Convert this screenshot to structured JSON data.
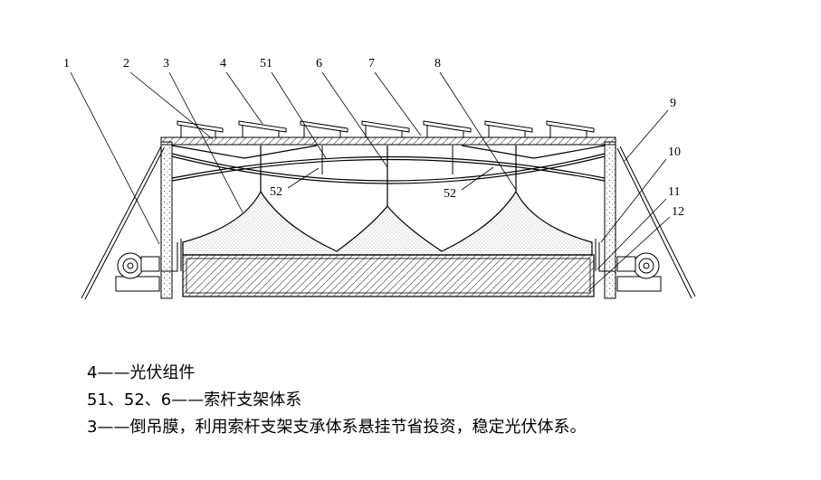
{
  "labels": {
    "l1": "1",
    "l2": "2",
    "l3": "3",
    "l4": "4",
    "l51": "51",
    "l6": "6",
    "l7": "7",
    "l8": "8",
    "l9": "9",
    "l10": "10",
    "l11": "11",
    "l12": "12",
    "l52a": "52",
    "l52b": "52"
  },
  "captions": {
    "line1": "4——光伏组件",
    "line2": "51、52、6——索杆支架体系",
    "line3": "3——倒吊膜，利用索杆支架支承体系悬挂节省投资，稳定光伏体系。"
  }
}
